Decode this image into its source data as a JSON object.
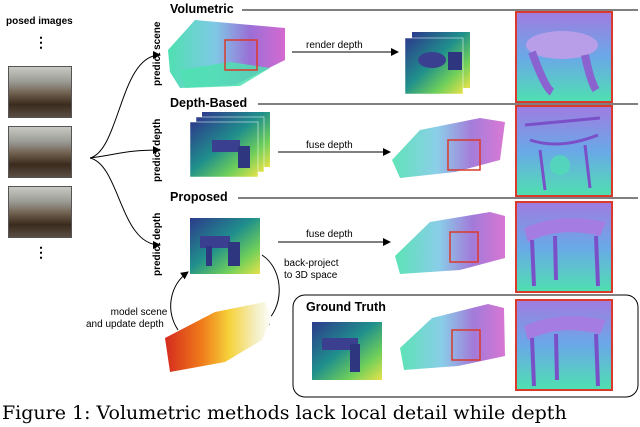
{
  "left": {
    "title": "posed images",
    "ellipsis": "⋮"
  },
  "sections": {
    "volumetric": "Volumetric",
    "depth_based": "Depth-Based",
    "proposed": "Proposed",
    "ground_truth": "Ground Truth"
  },
  "side_labels": {
    "predict_scene": "predict scene",
    "predict_depth": "predict depth"
  },
  "arrows": {
    "render_depth": "render depth",
    "fuse_depth": "fuse depth",
    "back_project_1": "back-project",
    "back_project_2": "to 3D space",
    "model_scene_1": "model scene",
    "model_scene_2": "and update depth"
  },
  "caption": "Figure 1: Volumetric methods lack local detail while depth",
  "colors": {
    "highlight_box": "#d93a2b",
    "depth_blue": "#2d3a8c",
    "depth_yellow": "#e8e24a",
    "normal_purple": "#9a6fd6",
    "normal_green": "#4fe0b0"
  }
}
